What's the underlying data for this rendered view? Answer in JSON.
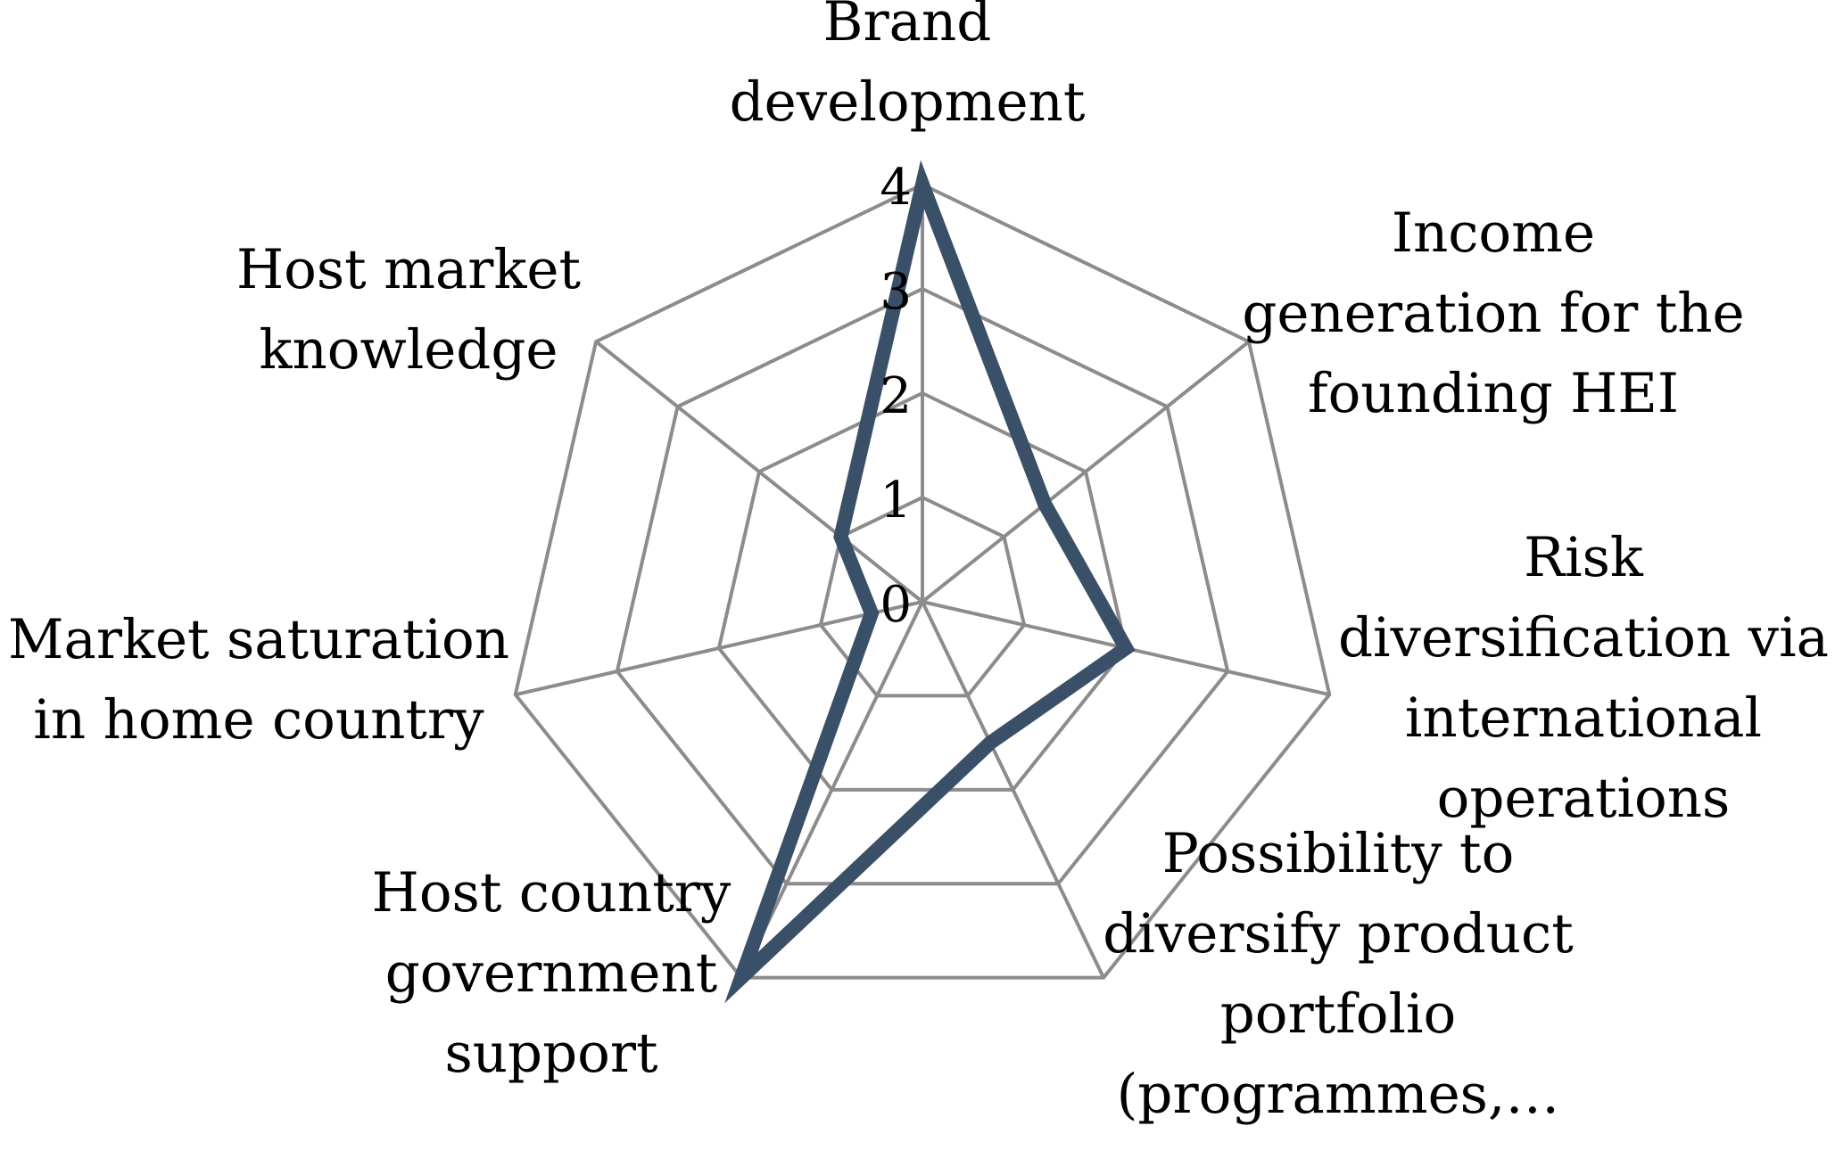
{
  "chart_data": {
    "type": "radar",
    "categories": [
      [
        "Brand",
        "development"
      ],
      [
        "Income",
        "generation for the",
        "founding HEI"
      ],
      [
        "Risk",
        "diversification via",
        "international",
        "operations"
      ],
      [
        "Possibility to",
        "diversify product",
        "portfolio",
        "(programmes,…"
      ],
      [
        "Host country",
        "government",
        "support"
      ],
      [
        "Market saturation",
        "in home country"
      ],
      [
        "Host market",
        "knowledge"
      ]
    ],
    "series": [
      {
        "values": [
          4,
          1.5,
          2,
          1.5,
          4,
          0.5,
          1
        ],
        "color": "#3a5068"
      }
    ],
    "ticks": [
      "0",
      "1",
      "2",
      "3",
      "4"
    ],
    "rlim": [
      0,
      4
    ],
    "grid": true,
    "grid_color": "#8c8c8c",
    "legend": false
  }
}
